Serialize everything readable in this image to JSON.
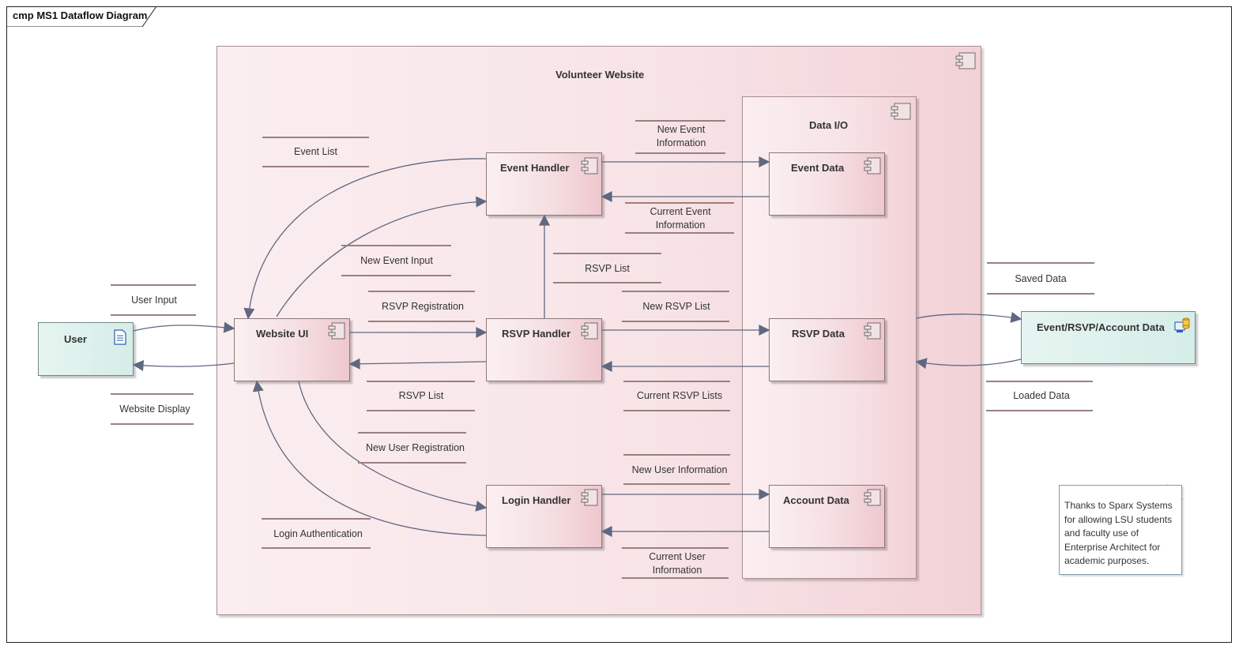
{
  "diagram": {
    "title": "cmp MS1 Dataflow Diagram",
    "system_boundary": "Volunteer Website",
    "data_io_package": "Data I/O",
    "components": {
      "user": "User",
      "website_ui": "Website UI",
      "event_handler": "Event Handler",
      "rsvp_handler": "RSVP Handler",
      "login_handler": "Login Handler",
      "event_data": "Event Data",
      "rsvp_data": "RSVP Data",
      "account_data": "Account Data",
      "datastore": "Event/RSVP/Account Data"
    },
    "flows": {
      "user_input": "User Input",
      "website_display": "Website Display",
      "event_list": "Event List",
      "new_event_input": "New Event Input",
      "rsvp_registration": "RSVP Registration",
      "rsvp_list_ui": "RSVP List",
      "new_user_registration": "New User Registration",
      "login_authentication": "Login Authentication",
      "rsvp_list_event": "RSVP List",
      "new_event_information_1": "New Event",
      "new_event_information_2": "Information",
      "current_event_information_1": "Current Event",
      "current_event_information_2": "Information",
      "new_rsvp_list": "New RSVP List",
      "current_rsvp_lists": "Current RSVP Lists",
      "new_user_information": "New User Information",
      "current_user_information_1": "Current User",
      "current_user_information_2": "Information",
      "saved_data": "Saved Data",
      "loaded_data": "Loaded Data"
    },
    "note": "Thanks to Sparx Systems for allowing LSU students and faculty use of Enterprise Architect for academic purposes.",
    "colors": {
      "component_fill": "#f5dfe2",
      "actor_fill": "#d6ede7",
      "connector": "#5f6880",
      "flow_bar": "#9b7f80"
    }
  }
}
